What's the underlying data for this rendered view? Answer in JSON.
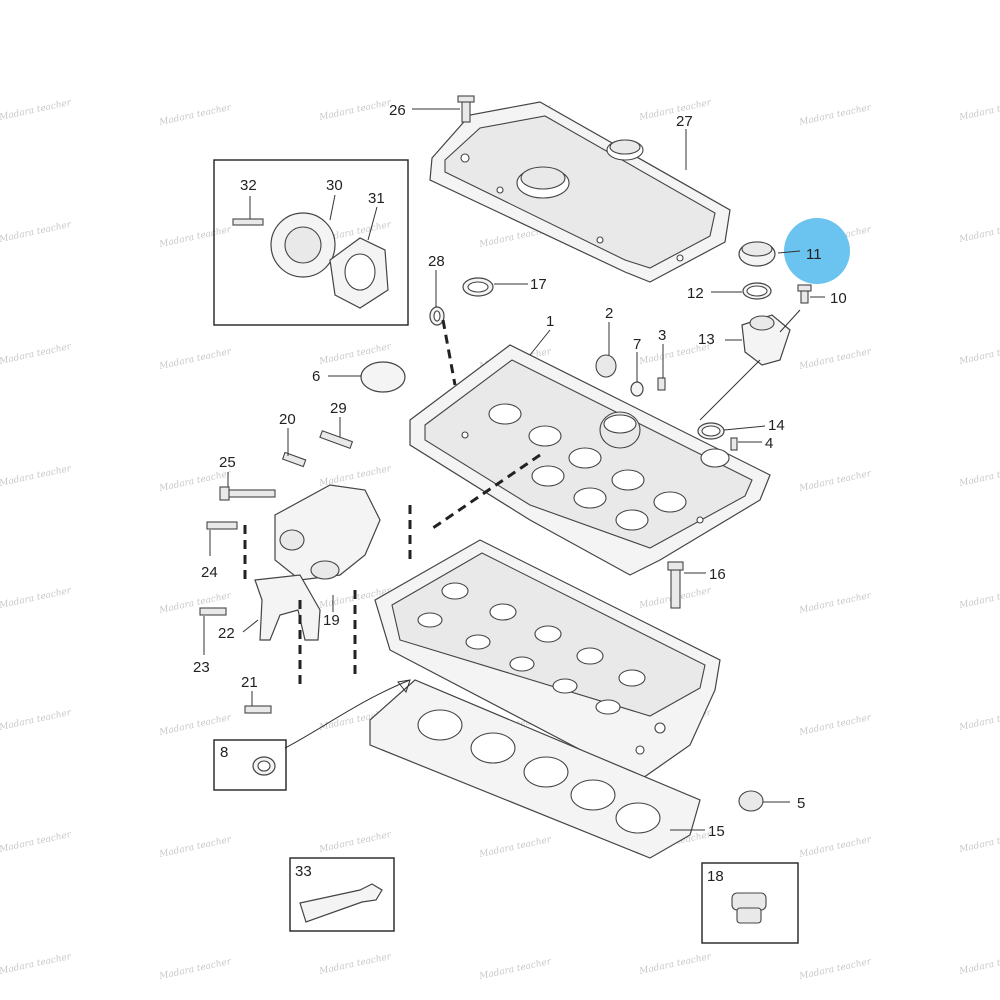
{
  "callouts": {
    "c1": "1",
    "c2": "2",
    "c3": "3",
    "c4": "4",
    "c5": "5",
    "c6": "6",
    "c7": "7",
    "c8": "8",
    "c10": "10",
    "c11": "11",
    "c12": "12",
    "c13": "13",
    "c14": "14",
    "c15": "15",
    "c16": "16",
    "c17": "17",
    "c18": "18",
    "c19": "19",
    "c20": "20",
    "c21": "21",
    "c22": "22",
    "c23": "23",
    "c24": "24",
    "c25": "25",
    "c26": "26",
    "c27": "27",
    "c28": "28",
    "c29": "29",
    "c30": "30",
    "c31": "31",
    "c32": "32",
    "c33": "33"
  },
  "highlight_color": "#6bc3f0",
  "watermark": "Madara teacher"
}
